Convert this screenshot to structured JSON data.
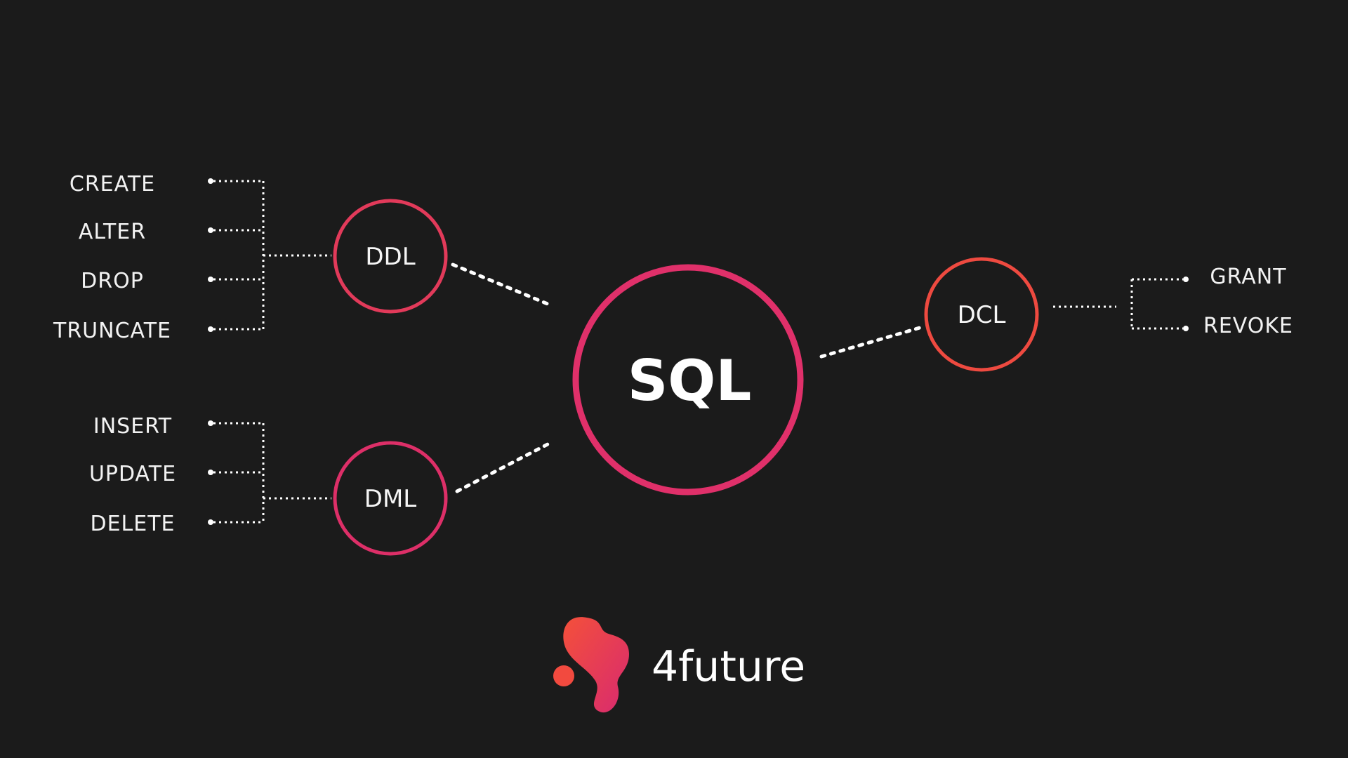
{
  "center": {
    "label": "SQL",
    "color": "#e0306a"
  },
  "groups": {
    "ddl": {
      "label": "DDL",
      "color": "#e23a5a",
      "commands": [
        "CREATE",
        "ALTER",
        "DROP",
        "TRUNCATE"
      ]
    },
    "dml": {
      "label": "DML",
      "color": "#dd2f68",
      "commands": [
        "INSERT",
        "UPDATE",
        "DELETE"
      ]
    },
    "dcl": {
      "label": "DCL",
      "color": "#ee4a40",
      "commands": [
        "GRANT",
        "REVOKE"
      ]
    }
  },
  "brand": {
    "name": "4future",
    "logo_icon": "blob-logo-icon",
    "gradient": [
      "#f4503a",
      "#d82a70"
    ]
  }
}
